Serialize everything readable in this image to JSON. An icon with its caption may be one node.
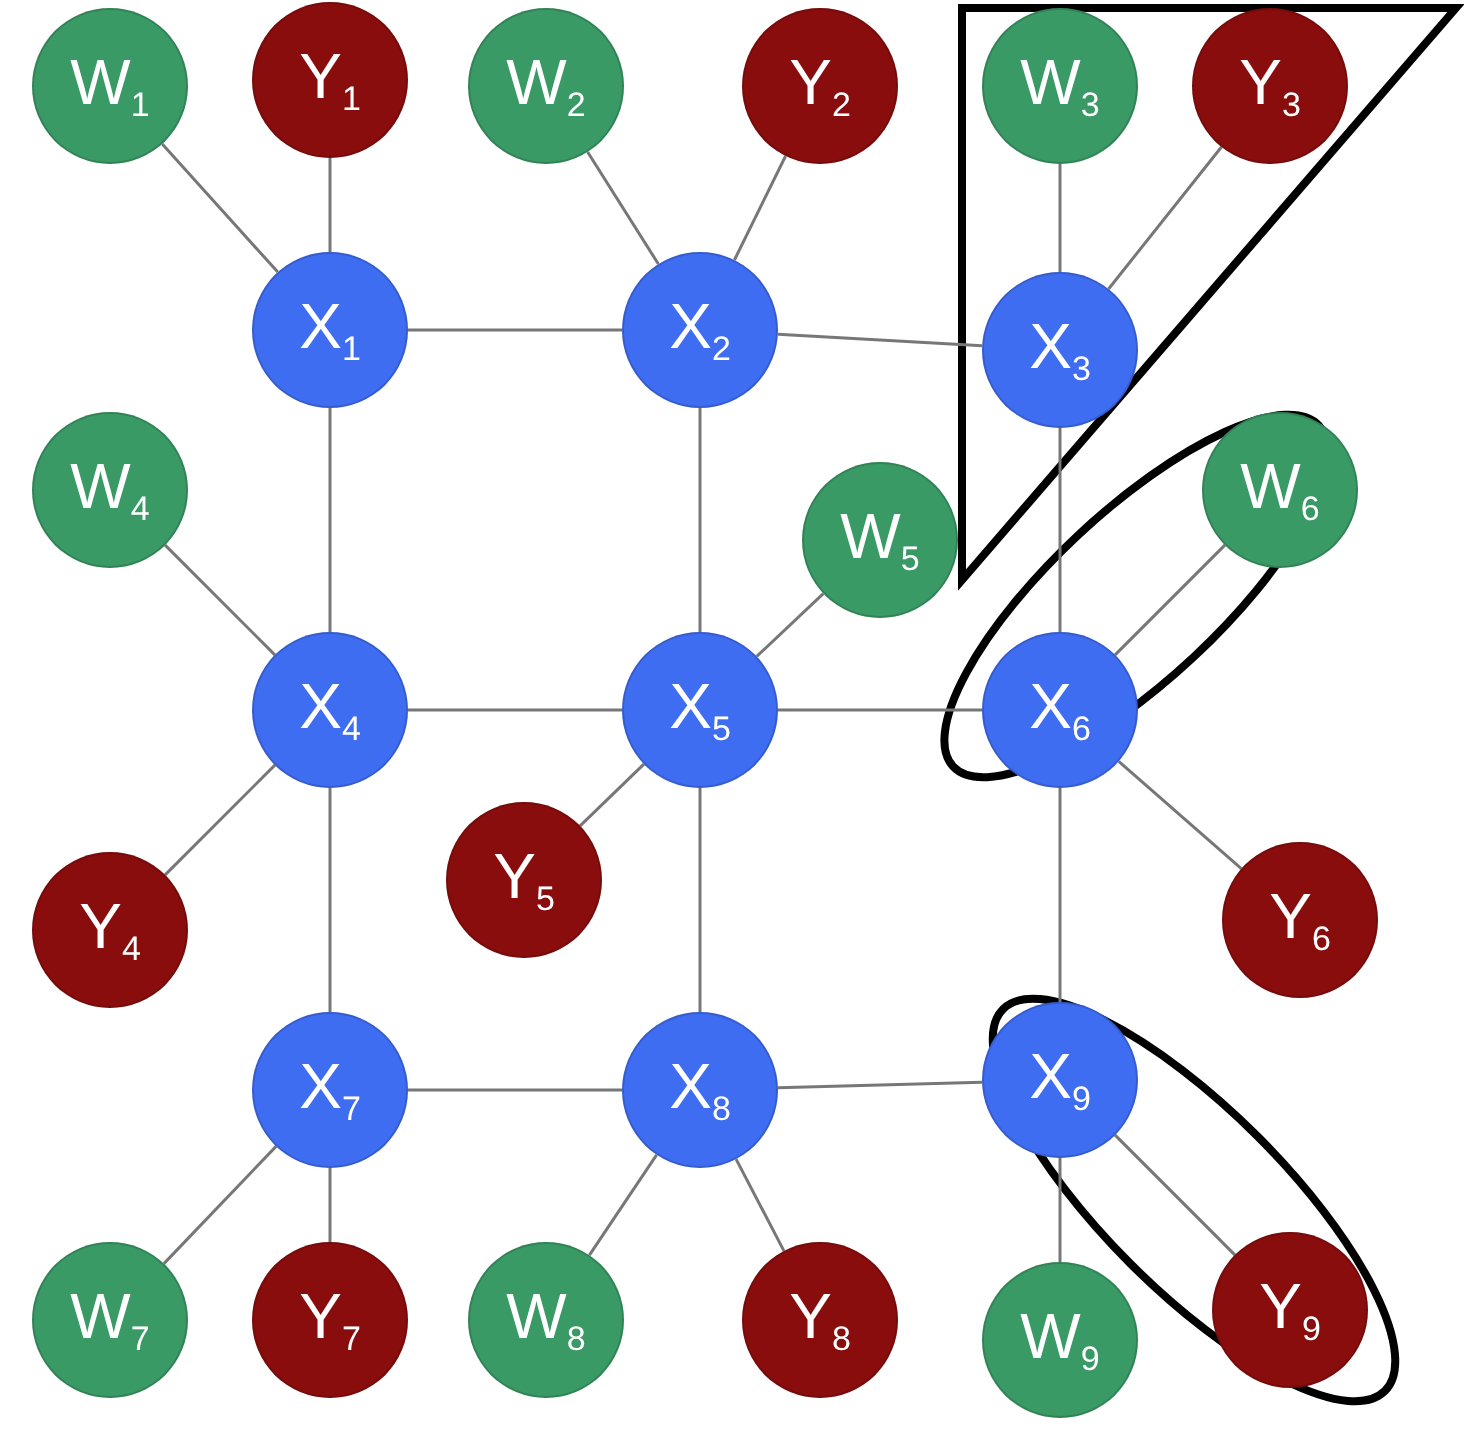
{
  "diagram": {
    "nodes": [
      {
        "text": [
          "W$_{1}$"
        ]
      },
      {
        "text": [
          "Y$_{1}$"
        ]
      },
      {
        "text": [
          "W$_{2}$"
        ]
      },
      {
        "text": [
          "Y$_{2}$"
        ]
      },
      {
        "text": [
          "W$_{3}$"
        ]
      },
      {
        "text": [
          "Y$_{3}$"
        ]
      },
      {
        "text": [
          "X$_{1}$"
        ]
      },
      {
        "text": [
          "X$_{2}$"
        ]
      },
      {
        "text": [
          "X$_{3}$"
        ]
      },
      {
        "text": [
          "W$_{4}$"
        ]
      },
      {
        "text": [
          "W$_{5}$"
        ]
      },
      {
        "text": [
          "W$_{6}$"
        ]
      },
      {
        "text": [
          "X$_{4}$"
        ]
      },
      {
        "text": [
          "X$_{5}$"
        ]
      },
      {
        "text": [
          "X$_{6}$"
        ]
      },
      {
        "text": [
          "Y$_{4}$"
        ]
      },
      {
        "text": [
          "Y$_{5}$"
        ]
      },
      {
        "text": [
          "Y$_{6}$"
        ]
      },
      {
        "text": [
          "X$_{7}$"
        ]
      },
      {
        "text": [
          "X$_{8}$"
        ]
      },
      {
        "text": [
          "X$_{9}$"
        ]
      },
      {
        "text": [
          "W$_{7}$"
        ]
      },
      {
        "text": [
          "Y$_{7}$"
        ]
      },
      {
        "text": [
          "W$_{8}$"
        ]
      },
      {
        "text": [
          "Y$_{8}$"
        ]
      },
      {
        "text": [
          "W$_{9}$"
        ]
      },
      {
        "text": [
          "Y$_{9}$"
        ]
      }
    ],
    "edges": [
      {
        "from": 0,
        "to": 6,
        "arrow": "none"
      },
      {
        "from": 1,
        "to": 6,
        "arrow": "none"
      },
      {
        "from": 2,
        "to": 7,
        "arrow": "none"
      },
      {
        "from": 3,
        "to": 7,
        "arrow": "none"
      },
      {
        "from": 4,
        "to": 8,
        "arrow": "none"
      },
      {
        "from": 5,
        "to": 8,
        "arrow": "none"
      },
      {
        "from": 6,
        "to": 7,
        "arrow": "none"
      },
      {
        "from": 7,
        "to": 8,
        "arrow": "none"
      },
      {
        "from": 6,
        "to": 12,
        "arrow": "none"
      },
      {
        "from": 7,
        "to": 13,
        "arrow": "none"
      },
      {
        "from": 8,
        "to": 14,
        "arrow": "none"
      },
      {
        "from": 9,
        "to": 12,
        "arrow": "none"
      },
      {
        "from": 10,
        "to": 13,
        "arrow": "none"
      },
      {
        "from": 11,
        "to": 14,
        "arrow": "none"
      },
      {
        "from": 12,
        "to": 13,
        "arrow": "none"
      },
      {
        "from": 13,
        "to": 14,
        "arrow": "none"
      },
      {
        "from": 15,
        "to": 12,
        "arrow": "none"
      },
      {
        "from": 16,
        "to": 13,
        "arrow": "none"
      },
      {
        "from": 17,
        "to": 14,
        "arrow": "none"
      },
      {
        "from": 12,
        "to": 18,
        "arrow": "none"
      },
      {
        "from": 13,
        "to": 19,
        "arrow": "none"
      },
      {
        "from": 14,
        "to": 20,
        "arrow": "none"
      },
      {
        "from": 18,
        "to": 19,
        "arrow": "none"
      },
      {
        "from": 19,
        "to": 20,
        "arrow": "none"
      },
      {
        "from": 21,
        "to": 18,
        "arrow": "none"
      },
      {
        "from": 22,
        "to": 18,
        "arrow": "none"
      },
      {
        "from": 23,
        "to": 19,
        "arrow": "none"
      },
      {
        "from": 24,
        "to": 19,
        "arrow": "none"
      },
      {
        "from": 25,
        "to": 20,
        "arrow": "none"
      },
      {
        "from": 26,
        "to": 20,
        "arrow": "none"
      }
    ]
  }
}
